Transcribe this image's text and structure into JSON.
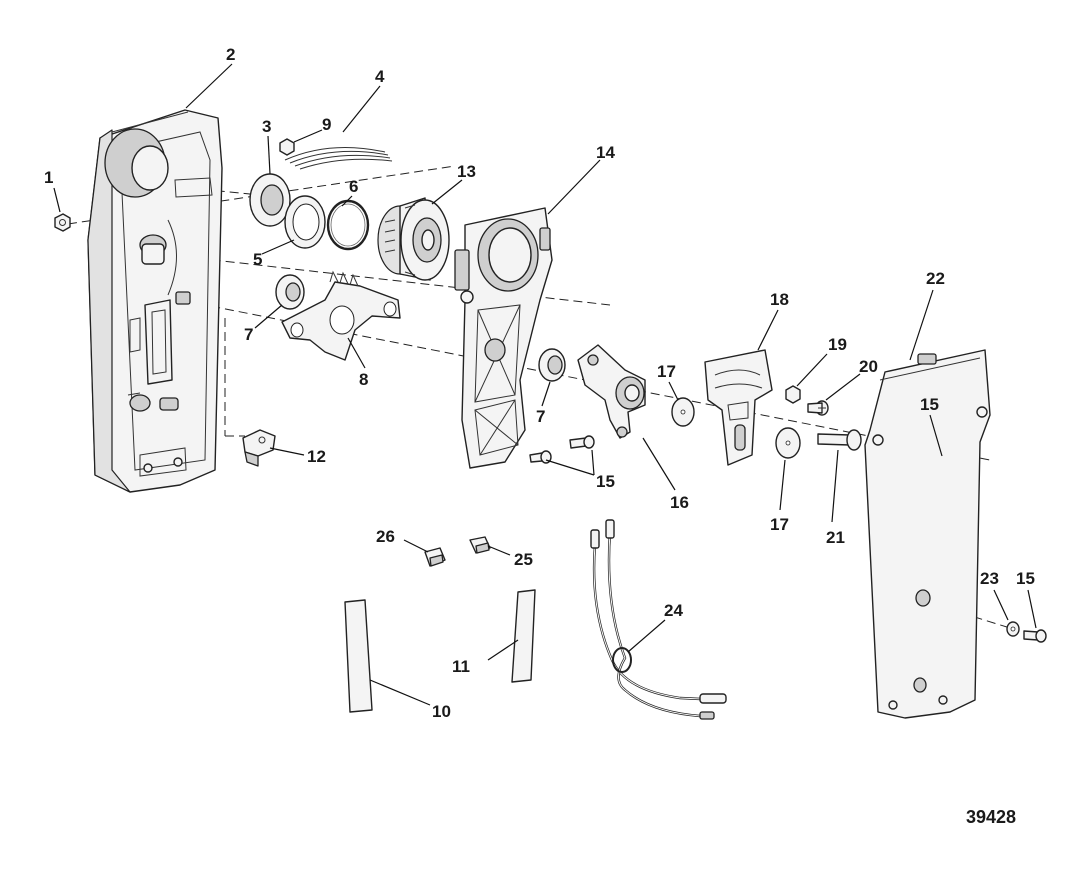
{
  "diagram": {
    "figure_number": "39428",
    "callouts": {
      "c1": "1",
      "c2": "2",
      "c3": "3",
      "c4": "4",
      "c5": "5",
      "c6": "6",
      "c7a": "7",
      "c7b": "7",
      "c8": "8",
      "c9": "9",
      "c10": "10",
      "c11": "11",
      "c12": "12",
      "c13": "13",
      "c14": "14",
      "c15a": "15",
      "c15b": "15",
      "c15c": "15",
      "c16": "16",
      "c17a": "17",
      "c17b": "17",
      "c18": "18",
      "c19": "19",
      "c20": "20",
      "c21": "21",
      "c22": "22",
      "c23": "23",
      "c24": "24",
      "c25": "25",
      "c26": "26"
    }
  }
}
